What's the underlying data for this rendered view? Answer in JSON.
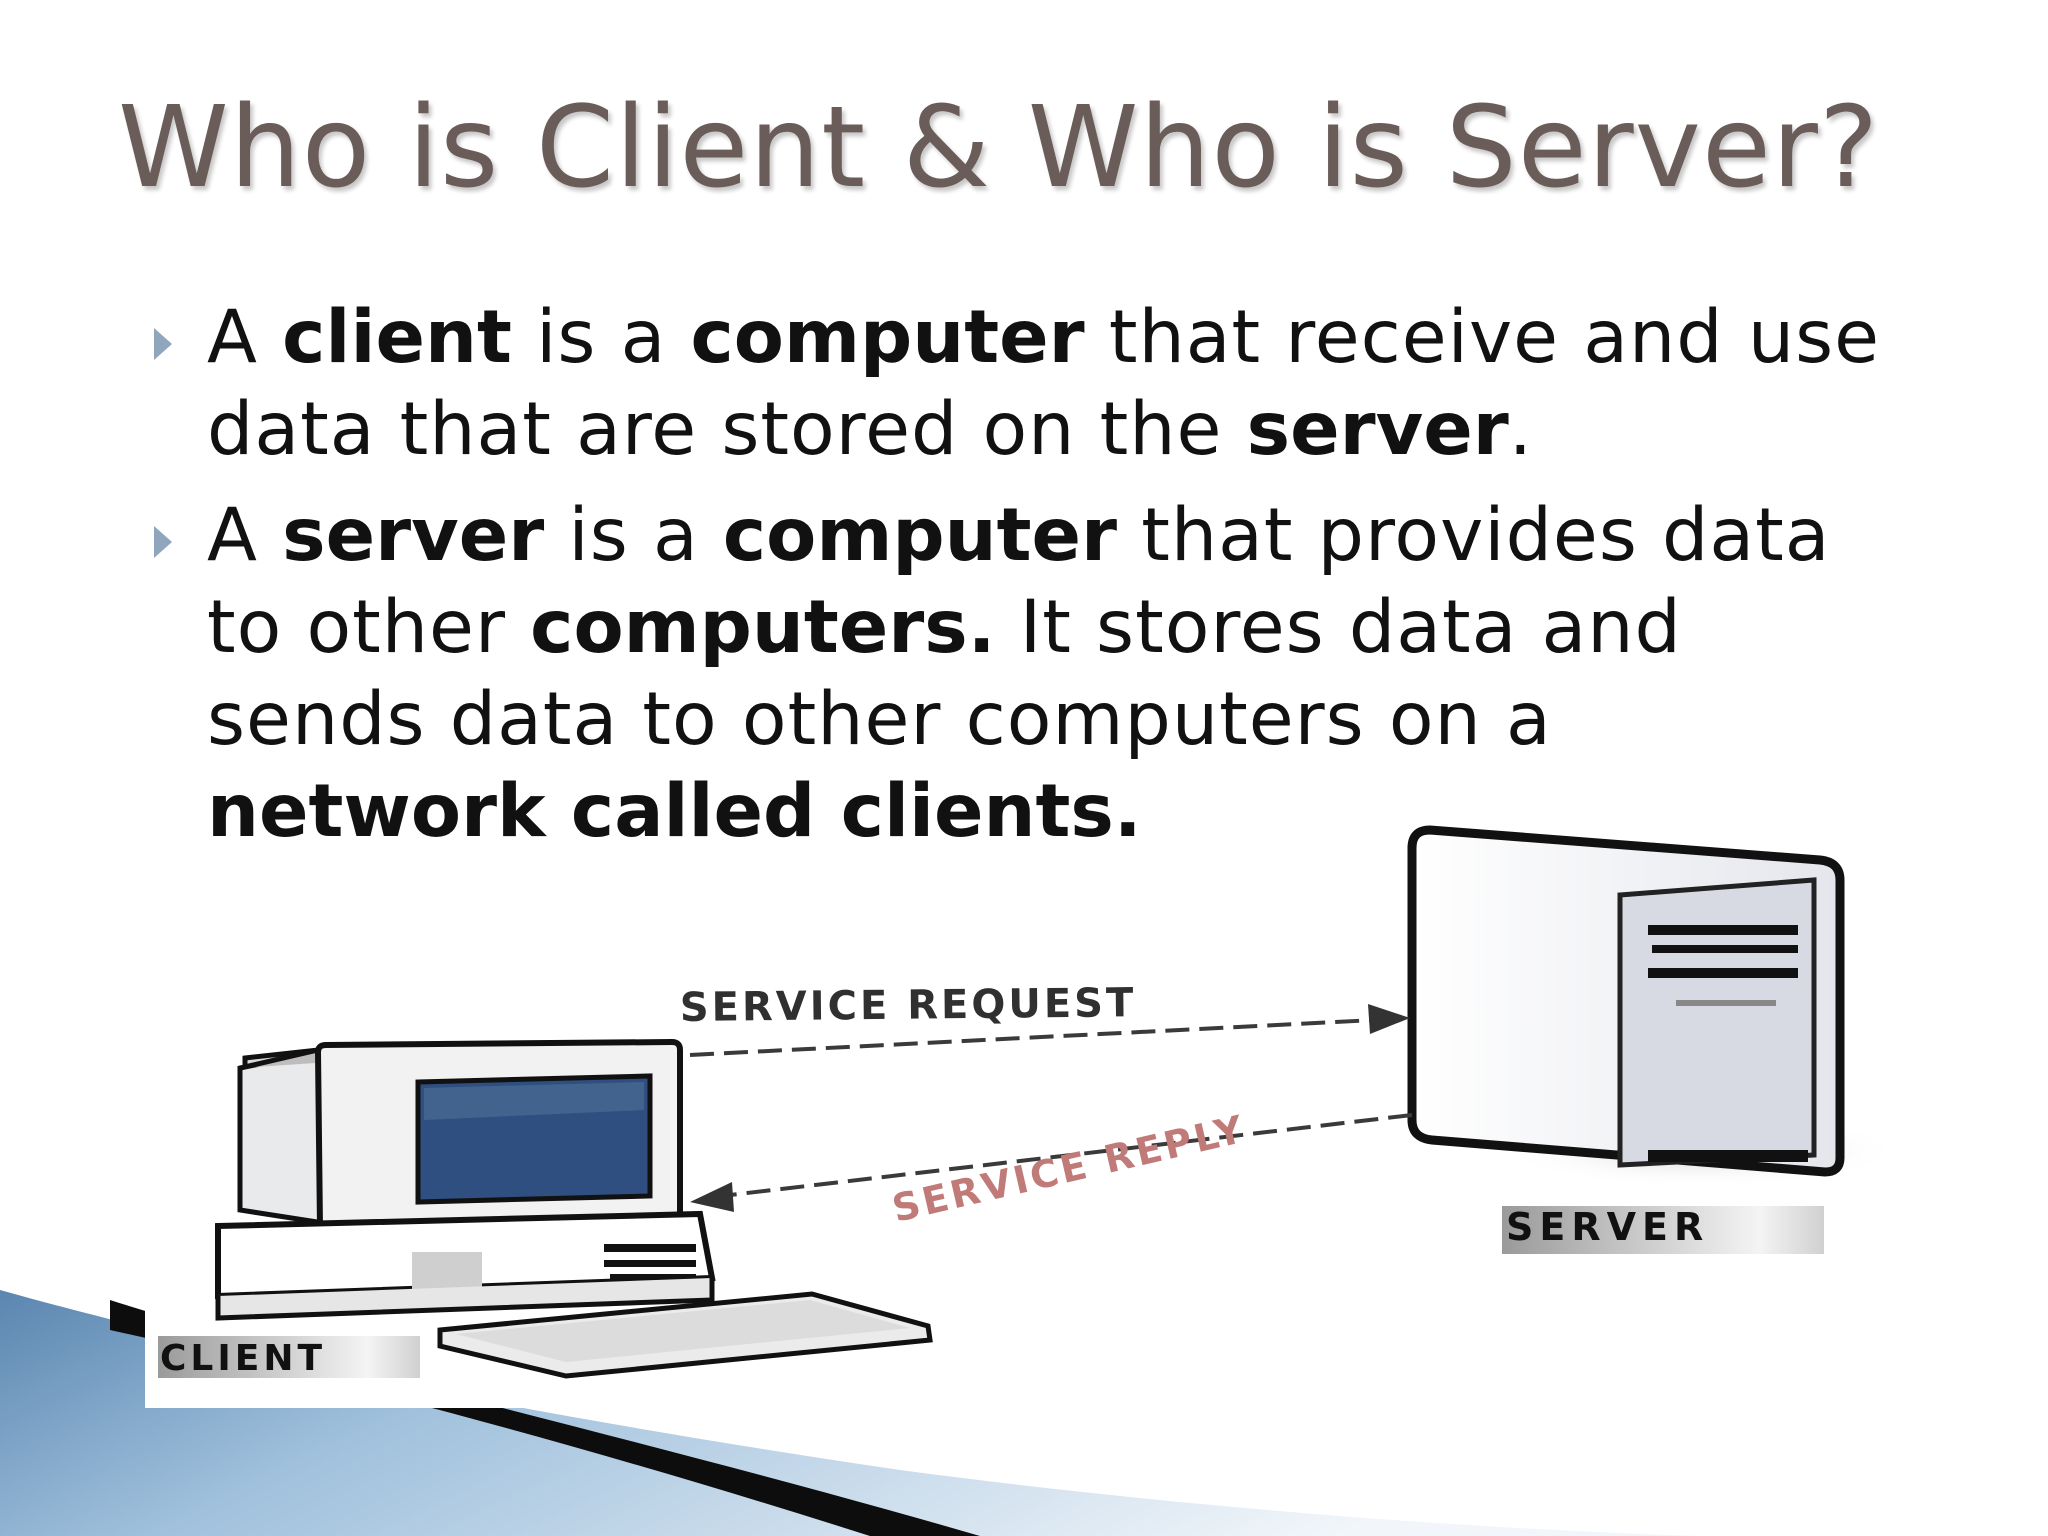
{
  "slide": {
    "title": "Who is Client & Who is Server?",
    "bullets": [
      {
        "runs": [
          {
            "text": "A ",
            "bold": false
          },
          {
            "text": "client",
            "bold": true
          },
          {
            "text": " is a ",
            "bold": false
          },
          {
            "text": "computer",
            "bold": true
          },
          {
            "text": " that receive and use data that are stored on the ",
            "bold": false
          },
          {
            "text": "server",
            "bold": true
          },
          {
            "text": ".",
            "bold": false
          }
        ]
      },
      {
        "runs": [
          {
            "text": "A ",
            "bold": false
          },
          {
            "text": "server",
            "bold": true
          },
          {
            "text": " is a ",
            "bold": false
          },
          {
            "text": "computer",
            "bold": true
          },
          {
            "text": " that provides data to other ",
            "bold": false
          },
          {
            "text": "computers.",
            "bold": true
          },
          {
            "text": " It stores data and sends data to other computers on a ",
            "bold": false
          },
          {
            "text": "network called clients.",
            "bold": true
          }
        ]
      }
    ]
  },
  "diagram": {
    "request_label": "SERVICE REQUEST",
    "reply_label": "SERVICE REPLY",
    "client_label": "CLIENT",
    "server_label": "SERVER"
  },
  "colors": {
    "title": "#6a5c58",
    "bullet_marker": "#8fa6bd",
    "screen": "#2f4f80",
    "reply_label": "#c07a78",
    "corner_swoosh": "#6f99bf"
  }
}
